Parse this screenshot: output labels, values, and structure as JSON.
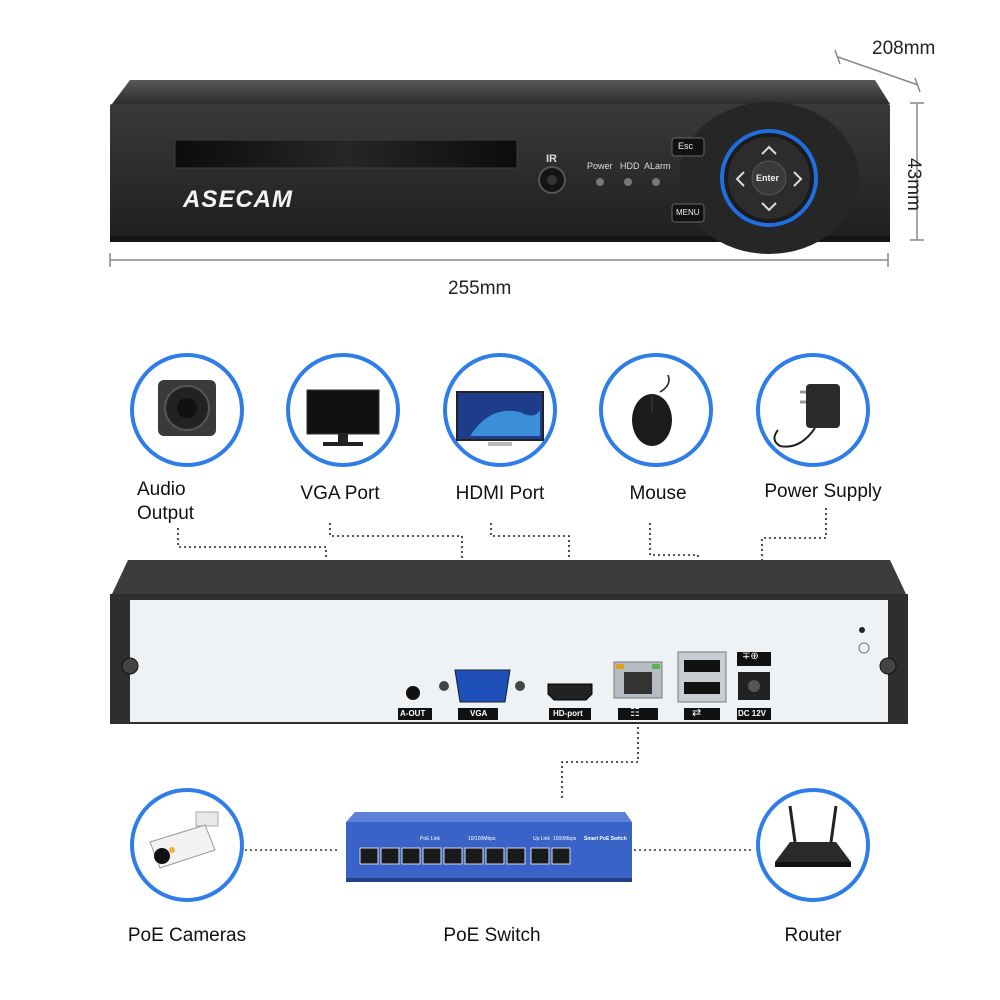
{
  "front_panel": {
    "brand": "ASECAM",
    "ir_label": "IR",
    "led_labels": [
      "Power",
      "HDD",
      "ALarm"
    ],
    "esc_label": "Esc",
    "menu_label": "MENU",
    "enter_label": "Enter"
  },
  "dimensions": {
    "depth": "208mm",
    "height": "43mm",
    "width": "255mm"
  },
  "peripherals": [
    {
      "label": "Audio\nOutput",
      "icon": "speaker-icon"
    },
    {
      "label": "VGA Port",
      "icon": "monitor-icon"
    },
    {
      "label": "HDMI Port",
      "icon": "tv-icon"
    },
    {
      "label": "Mouse",
      "icon": "mouse-icon"
    },
    {
      "label": "Power Supply",
      "icon": "power-adapter-icon"
    }
  ],
  "rear_panel": {
    "port_labels": [
      "A-OUT",
      "VGA",
      "HD-port",
      "DC 12V"
    ]
  },
  "network": {
    "cameras_label": "PoE Cameras",
    "switch_label": "PoE Switch",
    "router_label": "Router",
    "switch_small_texts": [
      "PoE Link",
      "10/100Mbps",
      "Up Link",
      "1000Mbps",
      "Smart PoE Switch"
    ]
  },
  "colors": {
    "accent_blue": "#1f6fe0",
    "chassis": "#2a2a2a",
    "rear_plate": "#eef2f5",
    "switch_blue": "#3a63c8"
  }
}
